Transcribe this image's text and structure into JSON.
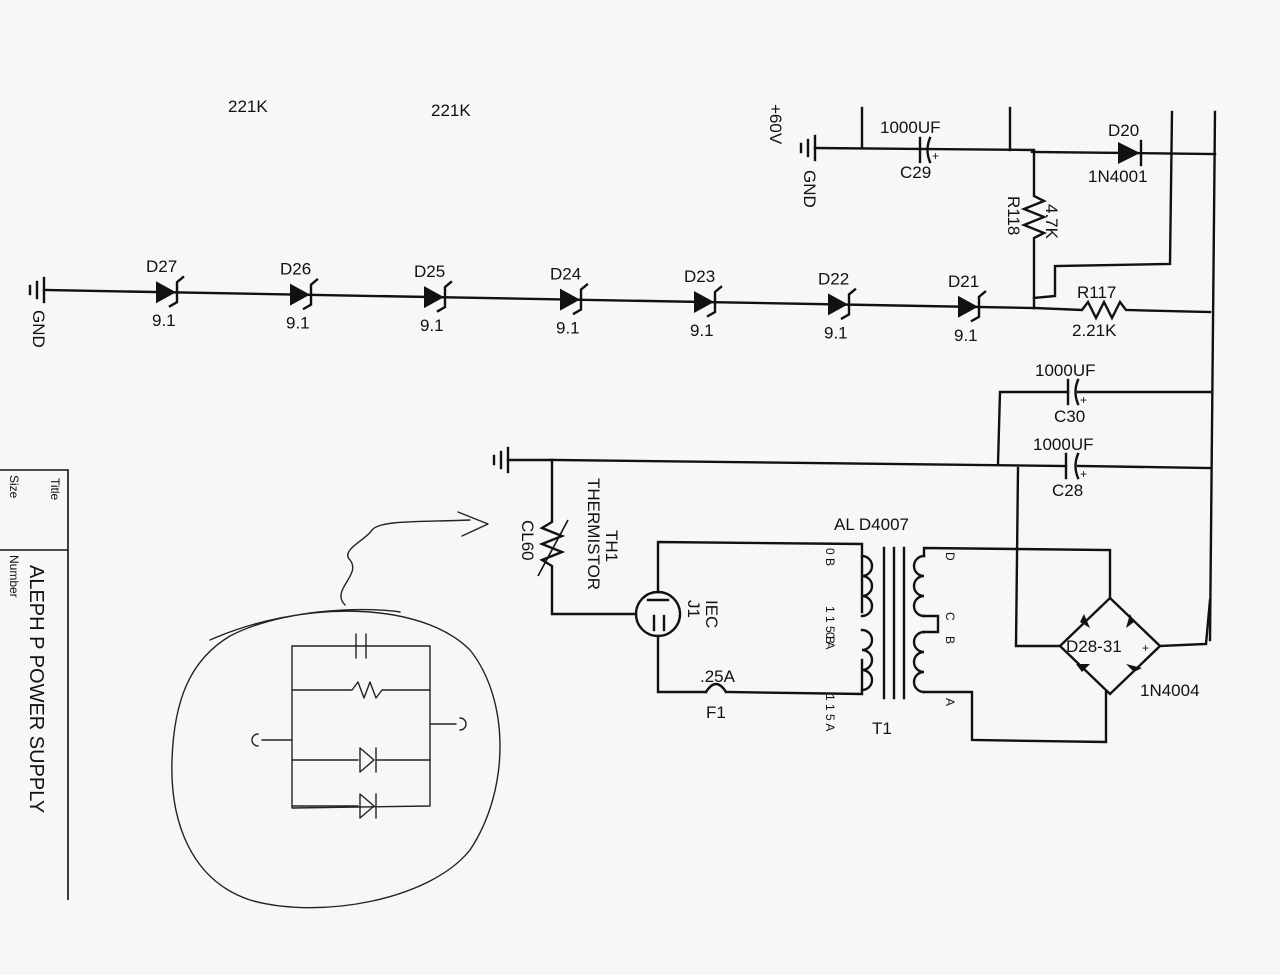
{
  "title_block": {
    "title_label": "Title",
    "title": "ALEPH P POWER SUPPLY",
    "size_label": "Size",
    "number_label": "Number"
  },
  "top_labels": [
    "221K",
    "221K"
  ],
  "supply": {
    "rail_label": "+60V",
    "gnd_label": "GND"
  },
  "zener_string": {
    "gnd_label": "GND",
    "diodes": [
      {
        "ref": "D27",
        "value": "9.1"
      },
      {
        "ref": "D26",
        "value": "9.1"
      },
      {
        "ref": "D25",
        "value": "9.1"
      },
      {
        "ref": "D24",
        "value": "9.1"
      },
      {
        "ref": "D23",
        "value": "9.1"
      },
      {
        "ref": "D22",
        "value": "9.1"
      },
      {
        "ref": "D21",
        "value": "9.1"
      }
    ]
  },
  "components": {
    "c29": {
      "ref": "C29",
      "value": "1000UF"
    },
    "c30": {
      "ref": "C30",
      "value": "1000UF"
    },
    "c28": {
      "ref": "C28",
      "value": "1000UF"
    },
    "d20": {
      "ref": "D20",
      "value": "1N4001"
    },
    "r118": {
      "ref": "R118",
      "value": "4.7K"
    },
    "r117": {
      "ref": "R117",
      "value": "2.21K"
    },
    "th1": {
      "ref": "TH1",
      "type": "THERMISTOR",
      "value": "CL60"
    },
    "j1": {
      "ref": "J1",
      "type": "IEC"
    },
    "f1": {
      "ref": "F1",
      "value": ".25A"
    },
    "t1": {
      "ref": "T1",
      "part": "AL D4007"
    },
    "bridge": {
      "ref": "D28-31",
      "value": "1N4004",
      "plus": "+"
    }
  },
  "transformer_pins": {
    "primary": [
      "0 B",
      "1 1 5 B",
      "0 A",
      "1 1 5 A"
    ],
    "secondary": [
      "D",
      "C",
      "B",
      "A"
    ]
  }
}
